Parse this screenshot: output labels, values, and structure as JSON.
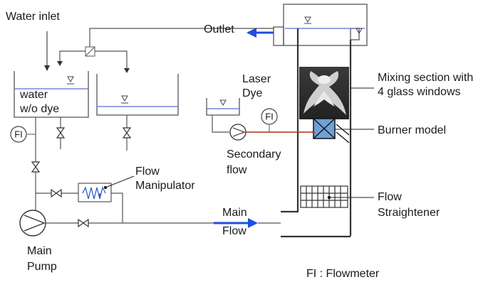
{
  "labels": {
    "water_inlet": "Water inlet",
    "outlet": "Outlet",
    "tank_water_line1": "water",
    "tank_water_line2": "w/o dye",
    "laser_line1": "Laser",
    "laser_line2": "Dye",
    "mixing_line1": "Mixing section with",
    "mixing_line2": "4 glass windows",
    "burner_model": "Burner model",
    "secondary_line1": "Secondary",
    "secondary_line2": "flow",
    "flow_line1": "Flow",
    "flow_line2": "Manipulator",
    "straightener_line1": "Flow",
    "straightener_line2": "Straightener",
    "main_flow_line1": "Main",
    "main_flow_line2": "Flow",
    "pump_line1": "Main",
    "pump_line2": "Pump",
    "legend": "FI : Flowmeter",
    "fi_left": "FI",
    "fi_right": "FI"
  },
  "icons": {
    "valve": "valve-icon",
    "pump": "pump-icon",
    "water_level": "water-level-triangle-icon",
    "flowmeter": "flowmeter-icon",
    "arrow": "flow-arrow-icon"
  },
  "colors": {
    "line": "#4a4a4a",
    "water_surface": "#5b6bd8",
    "flow_arrow": "#1f4fe0",
    "laser_line": "#b03020",
    "burner_fill": "#6fa0d8"
  }
}
